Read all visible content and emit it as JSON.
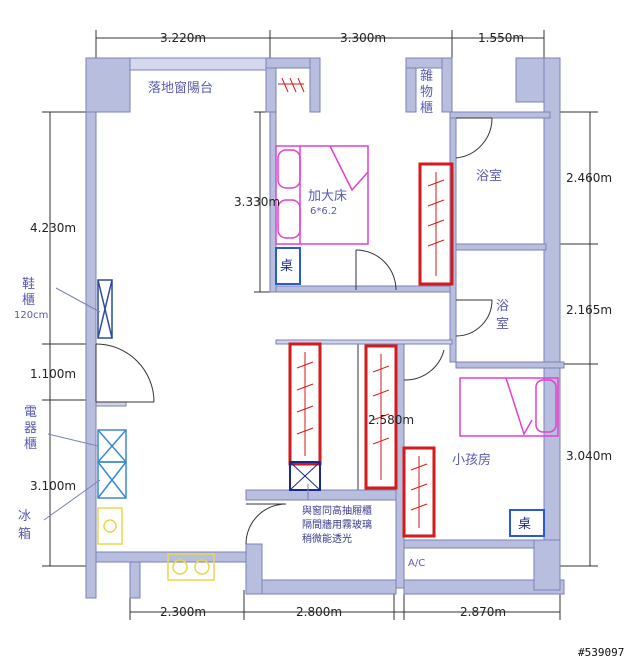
{
  "dimensions": {
    "top": [
      "3.220m",
      "3.300m",
      "1.550m"
    ],
    "bottom": [
      "2.300m",
      "2.800m",
      "2.870m"
    ],
    "left": [
      "4.230m",
      "1.100m",
      "3.100m"
    ],
    "right": [
      "2.460m",
      "2.165m",
      "3.040m"
    ],
    "interior": [
      "3.330m",
      "2.580m"
    ]
  },
  "rooms": {
    "balcony": "落地窗陽台",
    "storage": [
      "雜",
      "物",
      "櫃"
    ],
    "bed_label": "加大床",
    "bed_size": "6*6.2",
    "bath1": "浴室",
    "bath2": [
      "浴",
      "室"
    ],
    "kids_room": "小孩房",
    "desk": "桌",
    "ac": "A/C"
  },
  "furniture": {
    "shoe_cabinet": [
      "鞋",
      "櫃"
    ],
    "shoe_size": "120cm",
    "appliance_cabinet": [
      "電",
      "器",
      "櫃"
    ],
    "fridge": [
      "冰",
      "箱"
    ]
  },
  "notes": [
    "與窗同高抽屜櫃",
    "隔間牆用霧玻璃",
    "稍微能透光"
  ],
  "watermark": "#539097",
  "colors": {
    "wall": "#b8bede",
    "wall_stroke": "#7b82b8",
    "wardrobe": "#d41a1a",
    "bed": "#e040d0",
    "desk": "#2a5ad0",
    "cabinet": "#3a8ad0",
    "kitchen": "#e8d84a"
  }
}
